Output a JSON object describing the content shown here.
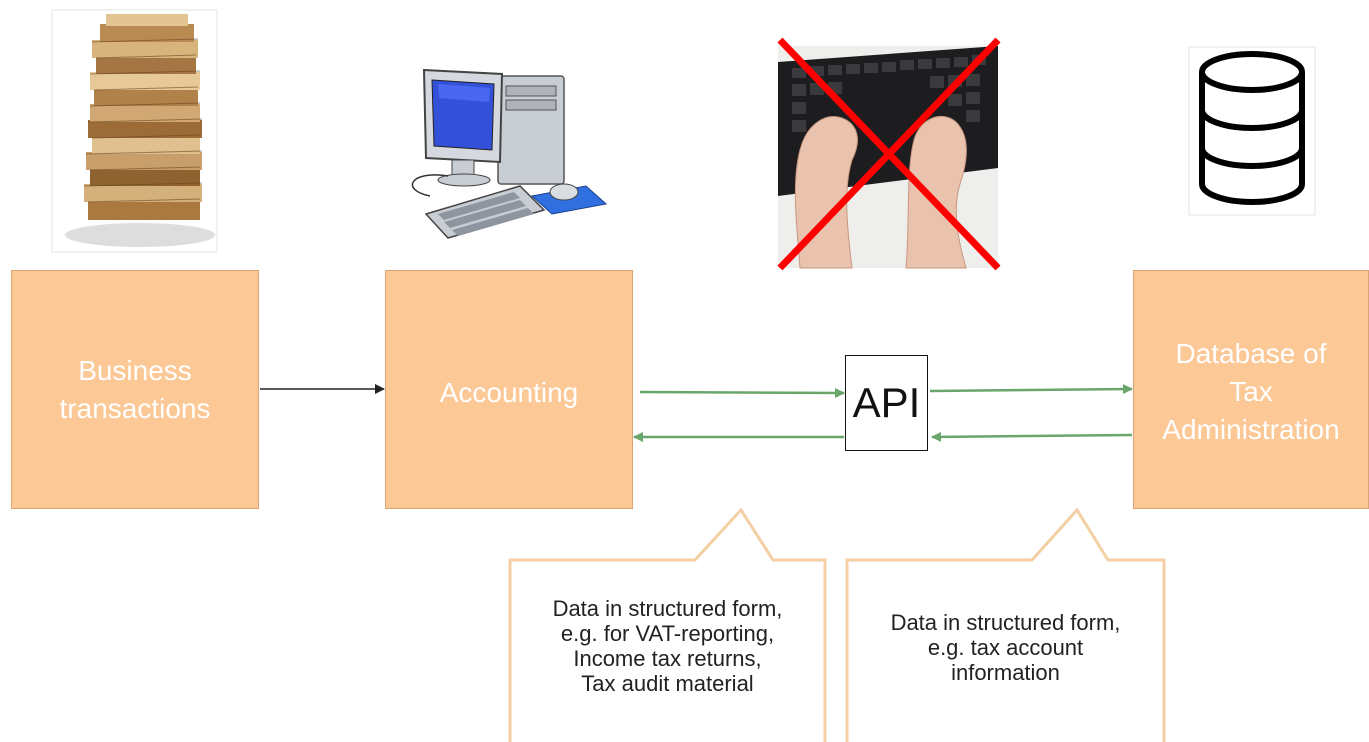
{
  "colors": {
    "box_fill": "#fbc896",
    "box_border": "#d9a574",
    "arrow_green": "#6aa56a",
    "arrow_black": "#222222",
    "cross_red": "#ff0000",
    "callout_border": "#f3cfa3"
  },
  "boxes": {
    "business": "Business\ntransactions",
    "accounting": "Accounting",
    "database": "Database of\nTax\nAdministration"
  },
  "api_label": "API",
  "callouts": {
    "left": "Data in structured form,\ne.g. for VAT-reporting,\nIncome tax returns,\nTax audit material",
    "right": "Data in structured form,\ne.g. tax account\ninformation"
  },
  "icons": [
    "paper-stack-icon",
    "desktop-computer-icon",
    "keyboard-typing-icon",
    "database-icon"
  ]
}
